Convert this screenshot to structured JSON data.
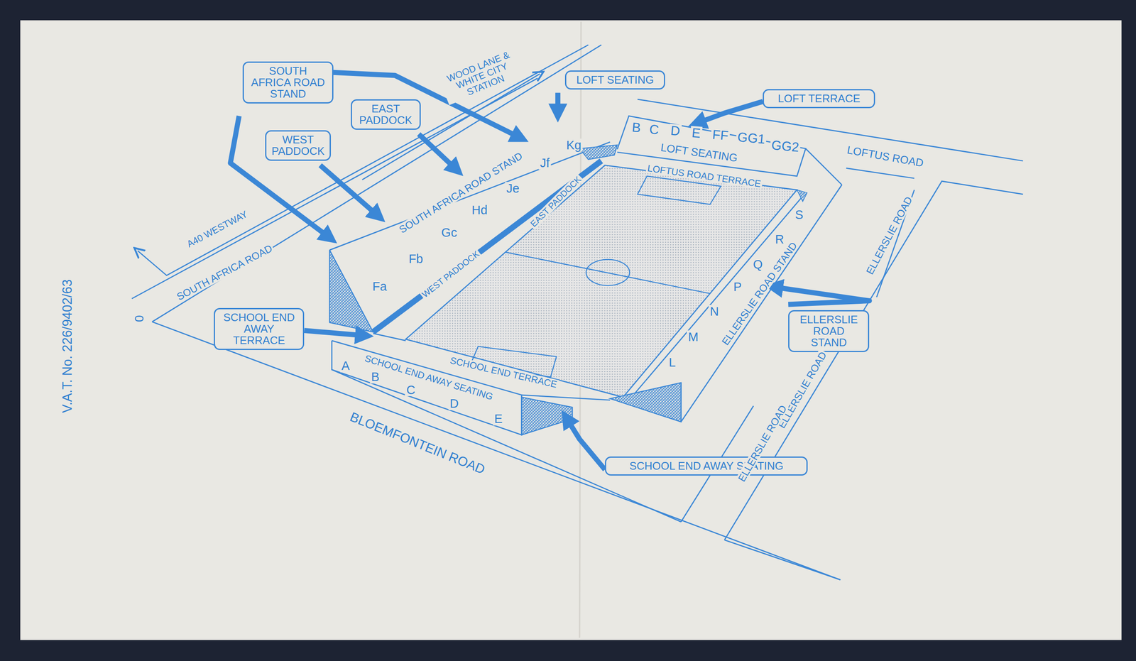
{
  "diagram": {
    "nodes": [
      {
        "text": [
          "SOUTH AFRICA ROAD STAND"
        ]
      },
      {
        "text": [
          "EAST PADDOCK"
        ]
      },
      {
        "text": [
          "WEST PADDOCK"
        ]
      },
      {
        "text": [
          "LOFT SEATING"
        ]
      },
      {
        "text": [
          "LOFT TERRACE"
        ]
      },
      {
        "text": [
          "SCHOOL END AWAY TERRACE"
        ]
      },
      {
        "text": [
          "ELLERSLIE ROAD STAND"
        ]
      },
      {
        "text": [
          "SCHOOL END AWAY SEATING"
        ]
      }
    ],
    "labels": [
      "WOOD LANE & WHITE CITY STATION",
      "A40 WESTWAY",
      "SOUTH AFRICA ROAD",
      "SOUTH AFRICA ROAD STAND",
      "Kg",
      "Jf",
      "Je",
      "Hd",
      "Gc",
      "Fb",
      "Fa",
      "EAST PADDOCK",
      "WEST PADDOCK",
      "B",
      "C",
      "D",
      "E",
      "FF",
      "GG1",
      "GG2",
      "LOFT SEATING",
      "LOFTUS ROAD TERRACE",
      "LOFTUS ROAD",
      "ELLERSLIE ROAD",
      "S",
      "R",
      "Q",
      "P",
      "N",
      "M",
      "L",
      "ELLERSLIE ROAD STAND",
      "SCHOOL END TERRACE",
      "SCHOOL END AWAY SEATING",
      "A",
      "B",
      "C",
      "D",
      "E",
      "BLOEMFONTEIN ROAD",
      "ELLERSLIE ROAD",
      "ELLERSLIE ROAD",
      "V.A.T. No. 226/9402/63",
      "0"
    ]
  }
}
